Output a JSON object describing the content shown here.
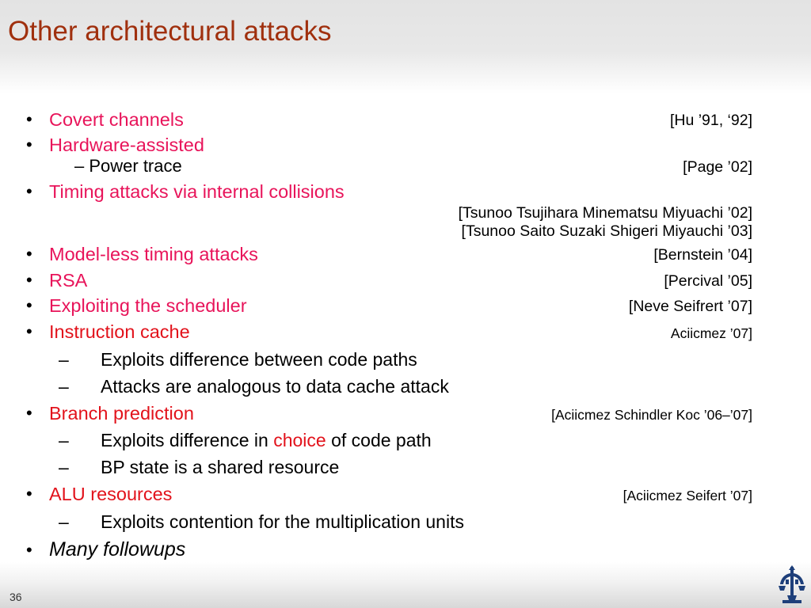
{
  "slide": {
    "title": "Other architectural attacks",
    "page_number": "36"
  },
  "items": [
    {
      "label": "Covert channels",
      "citation": "[Hu ’91, ‘92]"
    },
    {
      "label": "Hardware-assisted",
      "sub": {
        "label": "– Power trace",
        "citation": "[Page ’02]"
      }
    },
    {
      "label": "Timing attacks via internal collisions",
      "citations": [
        "[Tsunoo Tsujihara Minematsu Miyuachi ’02]",
        "[Tsunoo Saito Suzaki Shigeri Miyauchi ’03]"
      ]
    },
    {
      "label": "Model-less timing attacks",
      "citation": "[Bernstein ’04]"
    },
    {
      "label": "RSA",
      "citation": "[Percival ’05]"
    },
    {
      "label": "Exploiting the scheduler",
      "citation": "[Neve Seifrert ’07]"
    },
    {
      "label": "Instruction cache",
      "citation": "Aciicmez ’07]",
      "subs": [
        "Exploits difference between code paths",
        "Attacks are analogous to data cache attack"
      ]
    },
    {
      "label": "Branch prediction",
      "citation": "[Aciicmez Schindler Koc ’06–’07]",
      "sub1_pre": "Exploits difference in ",
      "sub1_hl": "choice",
      "sub1_post": " of code path",
      "sub2": "BP state is a shared resource"
    },
    {
      "label": "ALU resources",
      "citation": "[Aciicmez Seifert ’07]",
      "subs": [
        "Exploits contention for the multiplication units"
      ]
    },
    {
      "label": "Many followups"
    }
  ],
  "bullet_char": "•",
  "dash_char": "–",
  "colors": {
    "title": "#a0300e",
    "item": "#e8145a",
    "highlight": "#e2121b",
    "logo": "#1e3f7a"
  },
  "logo_icon": "university-logo-icon"
}
